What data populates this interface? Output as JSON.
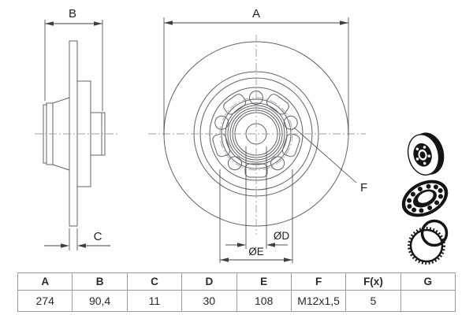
{
  "drawing": {
    "labels": {
      "a": "A",
      "b": "B",
      "c": "C",
      "f": "F",
      "diameter_d": "ØD",
      "diameter_e": "ØE"
    },
    "bolt_hole_count": 5
  },
  "icons": [
    {
      "name": "hub-disc-3d"
    },
    {
      "name": "wheel-bearing"
    },
    {
      "name": "abs-tone-ring"
    }
  ],
  "colors": {
    "bg": "#ffffff",
    "line": "#5f6368",
    "dim": "#3c4043",
    "center": "#9aa0a6",
    "ink": "#1f1f1f",
    "icon": "#141414",
    "table-border": "#9b9b9b",
    "table-ink": "#2b2b2b"
  },
  "table": {
    "headers": [
      "A",
      "B",
      "C",
      "D",
      "E",
      "F",
      "F(x)",
      "G"
    ],
    "values": [
      "274",
      "90,4",
      "11",
      "30",
      "108",
      "M12x1,5",
      "5",
      ""
    ]
  }
}
